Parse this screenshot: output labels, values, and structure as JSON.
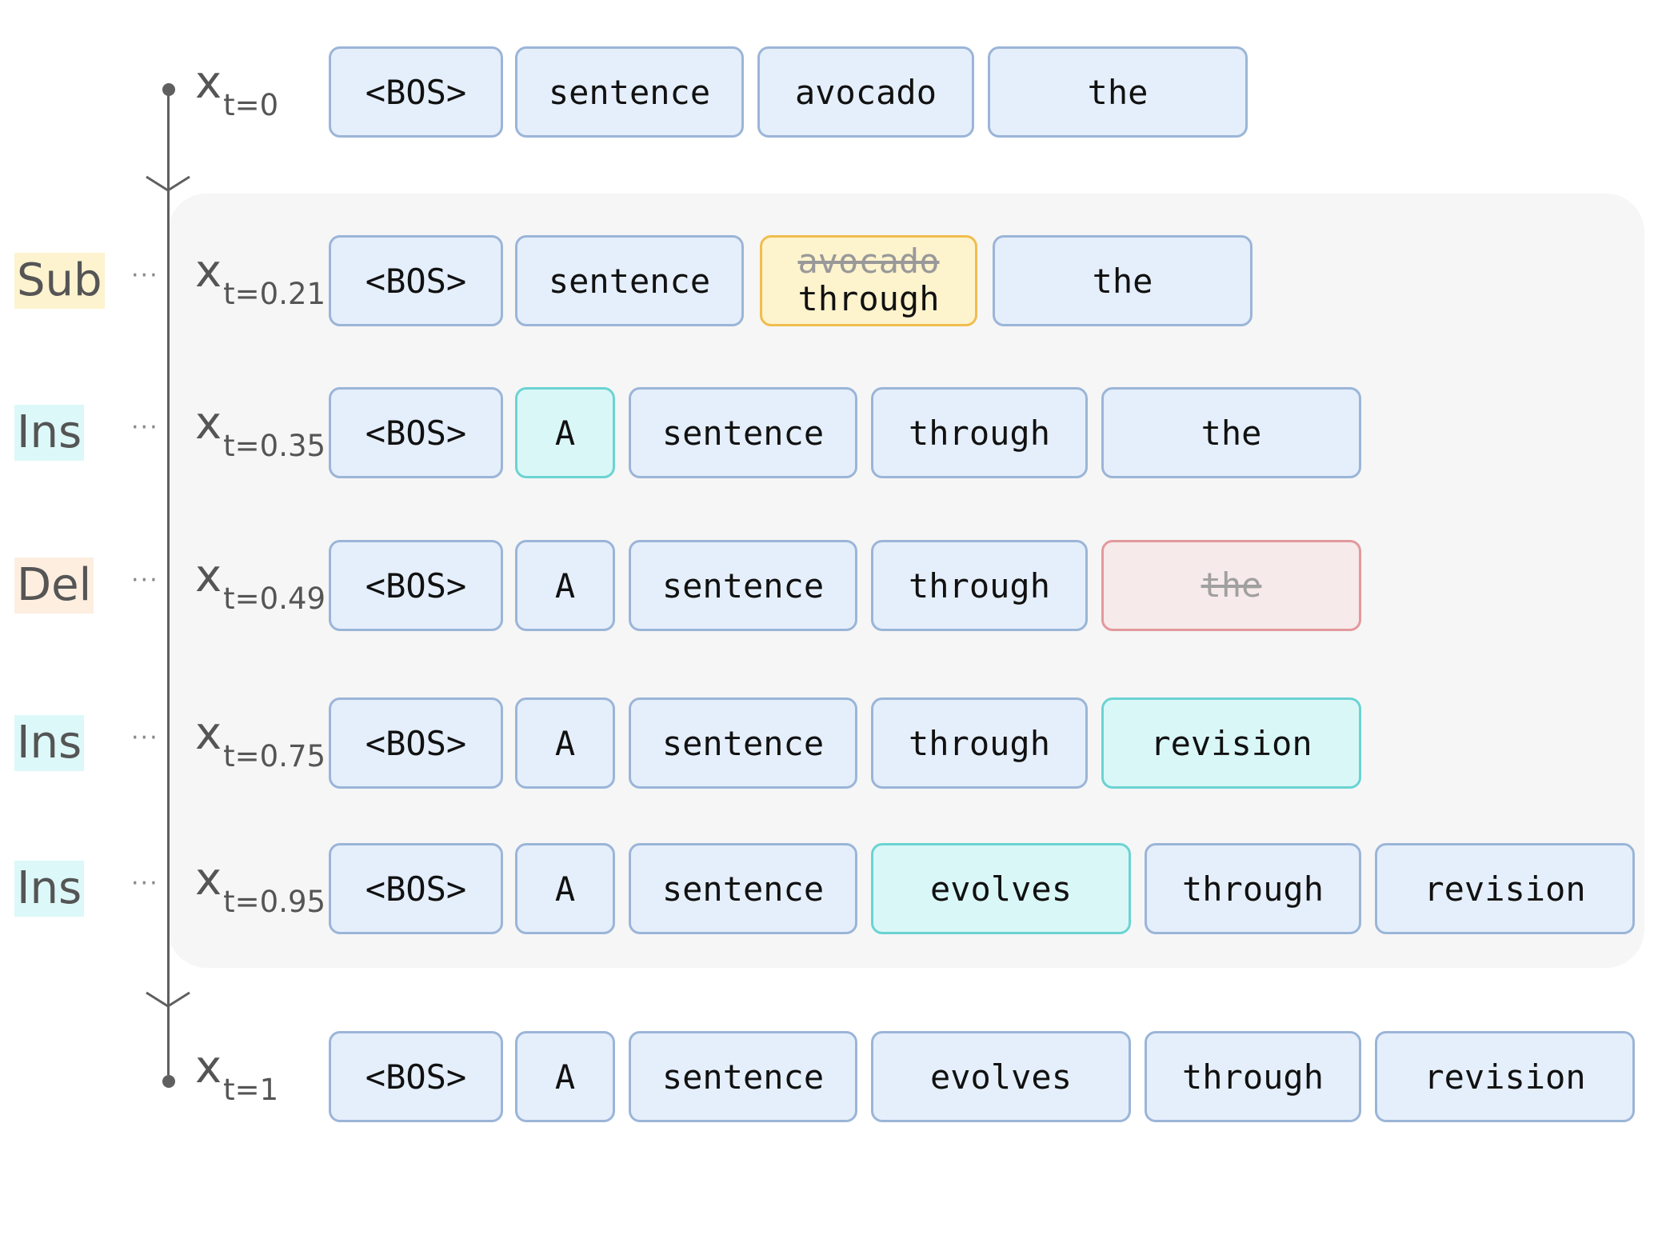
{
  "rows": [
    {
      "op": "",
      "var": "x",
      "t": "t=0",
      "tokens": [
        {
          "text": "<BOS>",
          "state": "normal"
        },
        {
          "text": "sentence",
          "state": "normal"
        },
        {
          "text": "avocado",
          "state": "normal"
        },
        {
          "text": "the",
          "state": "normal"
        }
      ]
    },
    {
      "op": "Sub",
      "var": "x",
      "t": "t=0.21",
      "tokens": [
        {
          "text": "<BOS>",
          "state": "normal"
        },
        {
          "text": "sentence",
          "state": "normal"
        },
        {
          "text": "through",
          "old": "avocado",
          "state": "substituted"
        },
        {
          "text": "the",
          "state": "normal"
        }
      ]
    },
    {
      "op": "Ins",
      "var": "x",
      "t": "t=0.35",
      "tokens": [
        {
          "text": "<BOS>",
          "state": "normal"
        },
        {
          "text": "A",
          "state": "inserted"
        },
        {
          "text": "sentence",
          "state": "normal"
        },
        {
          "text": "through",
          "state": "normal"
        },
        {
          "text": "the",
          "state": "normal"
        }
      ]
    },
    {
      "op": "Del",
      "var": "x",
      "t": "t=0.49",
      "tokens": [
        {
          "text": "<BOS>",
          "state": "normal"
        },
        {
          "text": "A",
          "state": "normal"
        },
        {
          "text": "sentence",
          "state": "normal"
        },
        {
          "text": "through",
          "state": "normal"
        },
        {
          "text": "the",
          "state": "deleted"
        }
      ]
    },
    {
      "op": "Ins",
      "var": "x",
      "t": "t=0.75",
      "tokens": [
        {
          "text": "<BOS>",
          "state": "normal"
        },
        {
          "text": "A",
          "state": "normal"
        },
        {
          "text": "sentence",
          "state": "normal"
        },
        {
          "text": "through",
          "state": "normal"
        },
        {
          "text": "revision",
          "state": "inserted"
        }
      ]
    },
    {
      "op": "Ins",
      "var": "x",
      "t": "t=0.95",
      "tokens": [
        {
          "text": "<BOS>",
          "state": "normal"
        },
        {
          "text": "A",
          "state": "normal"
        },
        {
          "text": "sentence",
          "state": "normal"
        },
        {
          "text": "evolves",
          "state": "inserted"
        },
        {
          "text": "through",
          "state": "normal"
        },
        {
          "text": "revision",
          "state": "normal"
        }
      ]
    },
    {
      "op": "",
      "var": "x",
      "t": "t=1",
      "tokens": [
        {
          "text": "<BOS>",
          "state": "normal"
        },
        {
          "text": "A",
          "state": "normal"
        },
        {
          "text": "sentence",
          "state": "normal"
        },
        {
          "text": "evolves",
          "state": "normal"
        },
        {
          "text": "through",
          "state": "normal"
        },
        {
          "text": "revision",
          "state": "normal"
        }
      ]
    }
  ]
}
